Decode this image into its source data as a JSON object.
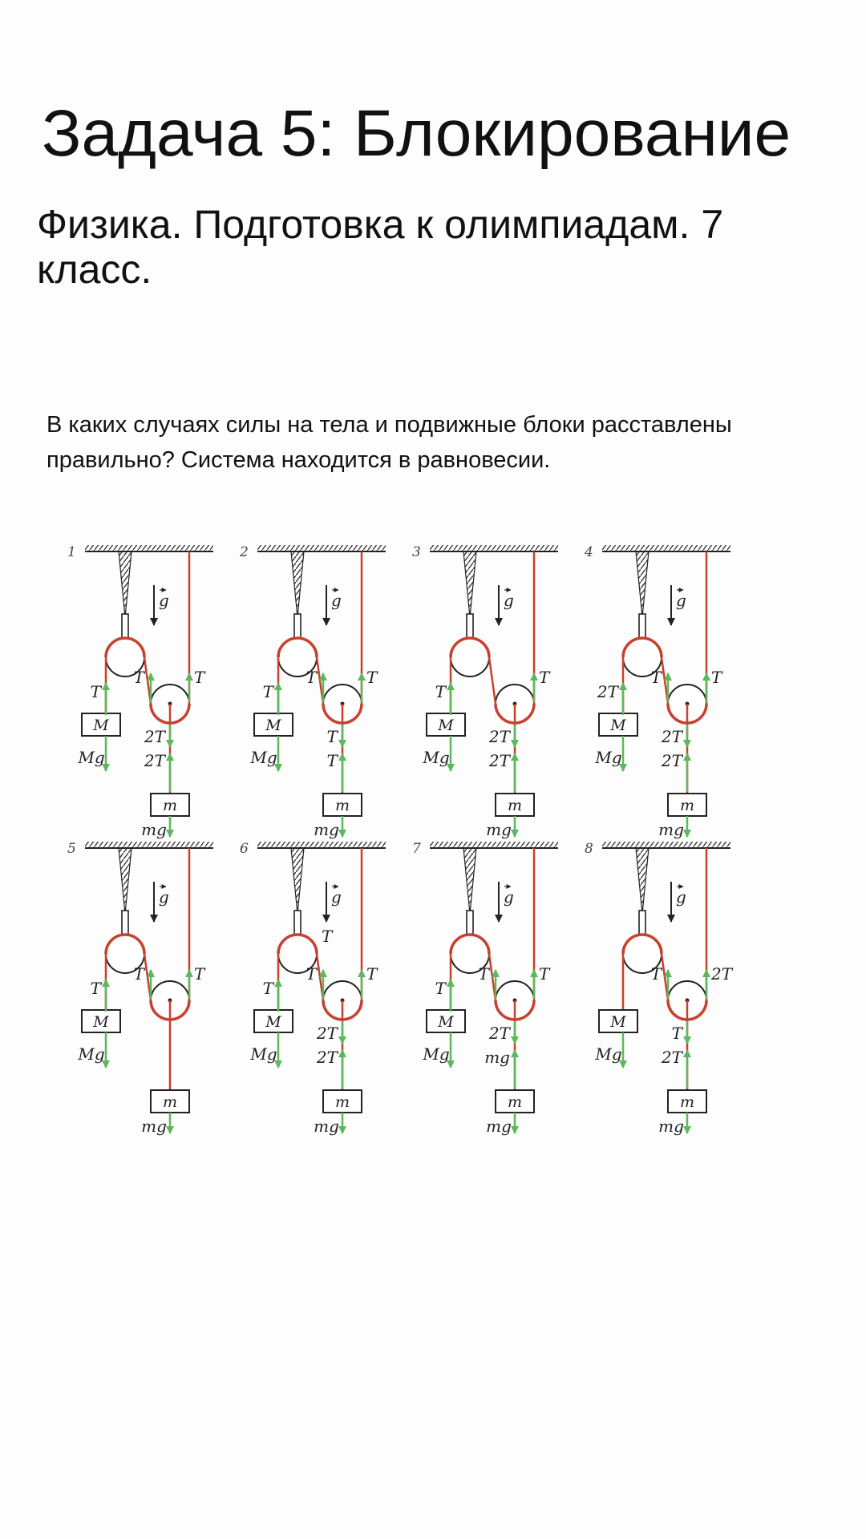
{
  "page": {
    "title": "Задача 5: Блокирование",
    "subtitle": "Физика. Подготовка к олимпиадам. 7 класс.",
    "question": "В каких случаях силы на тела и подвижные блоки расставлены правильно? Система находится в равновесии."
  },
  "colors": {
    "rope": "#c8402e",
    "force": "#5cb85c",
    "ink": "#222222"
  },
  "figure": {
    "g_label": "g",
    "big_mass": "M",
    "small_mass": "m",
    "panels": [
      {
        "num": "1",
        "left_tension": "T",
        "inner_tension": "T",
        "right_tension": "T",
        "big_weight": "Mg",
        "pulley_down": "2T",
        "mass_up": "2T",
        "small_weight": "mg"
      },
      {
        "num": "2",
        "left_tension": "T",
        "inner_tension": "T",
        "right_tension": "T",
        "big_weight": "Mg",
        "pulley_down": "T",
        "mass_up": "T",
        "small_weight": "mg"
      },
      {
        "num": "3",
        "left_tension": "T",
        "inner_tension": "",
        "right_tension": "T",
        "big_weight": "Mg",
        "pulley_down": "2T",
        "mass_up": "2T",
        "small_weight": "mg"
      },
      {
        "num": "4",
        "left_tension": "2T",
        "inner_tension": "T",
        "right_tension": "T",
        "big_weight": "Mg",
        "pulley_down": "2T",
        "mass_up": "2T",
        "small_weight": "mg"
      },
      {
        "num": "5",
        "left_tension": "T",
        "inner_tension": "T",
        "right_tension": "T",
        "big_weight": "Mg",
        "pulley_down": "",
        "mass_up": "",
        "small_weight": "mg"
      },
      {
        "num": "6",
        "left_tension": "T",
        "inner_tension": "T",
        "right_tension": "T",
        "big_weight": "Mg",
        "pulley_down": "2T",
        "mass_up": "2T",
        "small_weight": "mg",
        "upper_pulley": "T"
      },
      {
        "num": "7",
        "left_tension": "T",
        "inner_tension": "T",
        "right_tension": "T",
        "big_weight": "Mg",
        "pulley_down": "2T",
        "mass_up": "mg",
        "small_weight": "mg"
      },
      {
        "num": "8",
        "left_tension": "",
        "inner_tension": "T",
        "right_tension": "2T",
        "big_weight": "Mg",
        "pulley_down": "T",
        "mass_up": "2T",
        "small_weight": "mg"
      }
    ]
  }
}
